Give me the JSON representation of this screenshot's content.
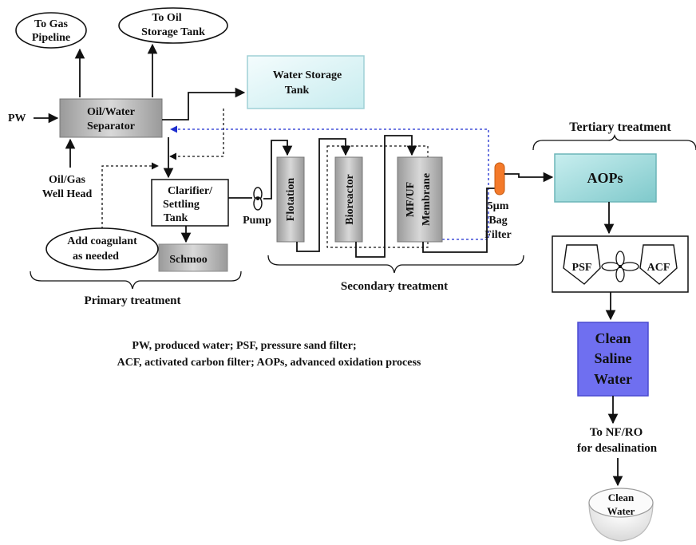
{
  "labels": {
    "to_gas_1": "To Gas",
    "to_gas_2": "Pipeline",
    "to_oil_1": "To Oil",
    "to_oil_2": "Storage Tank",
    "pw": "PW",
    "separator_1": "Oil/Water",
    "separator_2": "Separator",
    "wellhead_1": "Oil/Gas",
    "wellhead_2": "Well Head",
    "water_storage_1": "Water Storage",
    "water_storage_2": "Tank",
    "clarifier_1": "Clarifier/",
    "clarifier_2": "Settling",
    "clarifier_3": "Tank",
    "pump": "Pump",
    "coagulant_1": "Add coagulant",
    "coagulant_2": "as needed",
    "schmoo": "Schmoo",
    "flotation": "Flotation",
    "bioreactor": "Bioreactor",
    "membrane_1": "MF/UF",
    "membrane_2": "Membrane",
    "bag_filter_1": "5µm",
    "bag_filter_2": "Bag",
    "bag_filter_3": "Filter",
    "tertiary": "Tertiary treatment",
    "aops": "AOPs",
    "psf": "PSF",
    "acf": "ACF",
    "clean_saline_1": "Clean",
    "clean_saline_2": "Saline",
    "clean_saline_3": "Water",
    "nfro_1": "To NF/RO",
    "nfro_2": "for desalination",
    "clean_water_1": "Clean",
    "clean_water_2": "Water",
    "primary": "Primary treatment",
    "secondary": "Secondary treatment",
    "legend_1": "PW, produced water; PSF, pressure sand filter;",
    "legend_2": "ACF, activated carbon filter; AOPs, advanced oxidation process"
  },
  "colors": {
    "gray_box": "#c4c4c4",
    "tank_cyan": "#dff3f5",
    "aops_teal": "#a9dcdd",
    "clean_saline": "#6f6ff0",
    "bag_filter": "#f47a2a",
    "recycle_line": "#1f2fd0"
  }
}
